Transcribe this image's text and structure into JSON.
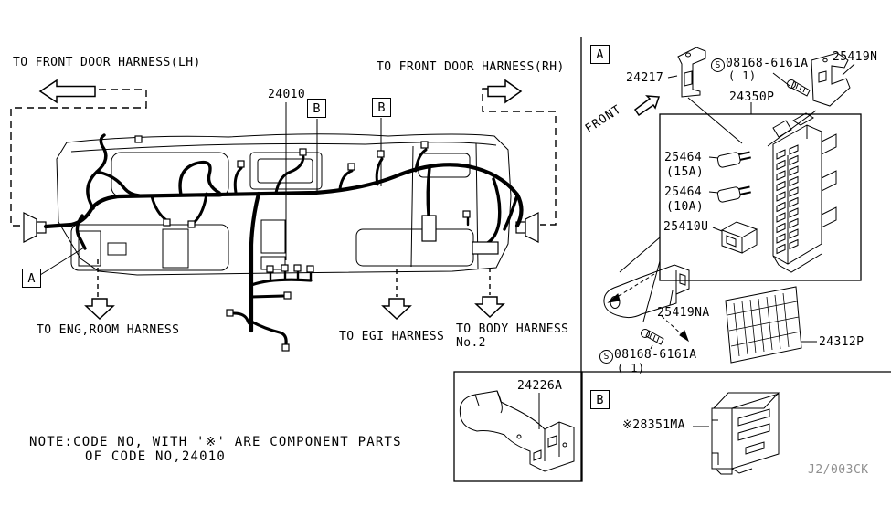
{
  "colors": {
    "ink": "#000000",
    "bg": "#ffffff",
    "footer_code": "#8f8f8f"
  },
  "main_diagram": {
    "harness_part_no": "24010",
    "callout_a": "A",
    "callout_b1": "B",
    "callout_b2": "B",
    "labels": {
      "front_door_lh": "TO FRONT DOOR HARNESS(LH)",
      "front_door_rh": "TO FRONT DOOR HARNESS(RH)",
      "eng_room": "TO ENG,ROOM HARNESS",
      "egi": "TO EGI HARNESS",
      "body_line1": "TO BODY HARNESS",
      "body_line2": "No.2"
    }
  },
  "detail_a": {
    "callout": "A",
    "front_label": "FRONT",
    "screw_symbol": "S",
    "parts": {
      "bracket_24217": "24217",
      "screw_upper": "08168-6161A",
      "screw_upper_qty": "( 1)",
      "bracket_25419n": "25419N",
      "junction_block": "24350P",
      "fuse_upper": "25464",
      "fuse_upper_rating": "(15A)",
      "fuse_lower": "25464",
      "fuse_lower_rating": "(10A)",
      "relay": "25410U",
      "bracket_25419na": "25419NA",
      "screw_lower": "08168-6161A",
      "screw_lower_qty": "( 1)",
      "fuse_label_plate": "24312P"
    }
  },
  "detail_b": {
    "callout": "B",
    "connector_part": "※28351MA"
  },
  "clamp_detail": {
    "part": "24226A"
  },
  "note": {
    "line1": "NOTE:CODE NO, WITH '※' ARE COMPONENT PARTS",
    "line2": "OF CODE NO,24010"
  },
  "footer": {
    "drawing_code": "J2/003CK"
  }
}
